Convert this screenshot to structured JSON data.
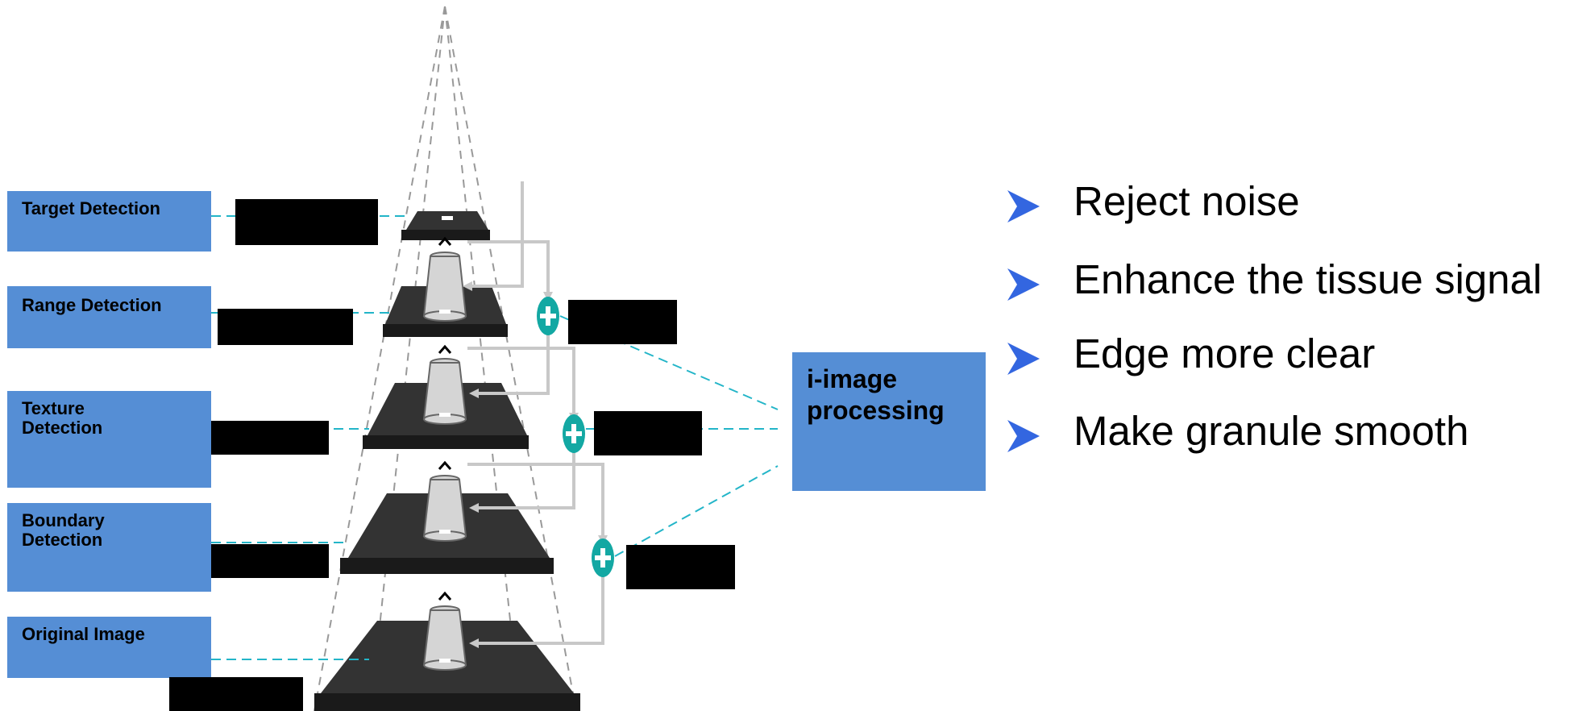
{
  "levels": [
    {
      "label": "Target Detection"
    },
    {
      "label": "Range Detection"
    },
    {
      "label": "Texture\nDetection"
    },
    {
      "label": "Boundary\nDetection"
    },
    {
      "label": "Original Image"
    }
  ],
  "processing_box": {
    "label": "i-image\nprocessing"
  },
  "bullets": [
    "Reject noise",
    "Enhance the tissue signal",
    "Edge more clear",
    "Make granule smooth"
  ],
  "colors": {
    "label_box": "#558ed5",
    "connector": "#23b5c8",
    "plus_node": "#13a8a3",
    "bullet_arrow": "#3366e0",
    "layer": "#333333"
  }
}
